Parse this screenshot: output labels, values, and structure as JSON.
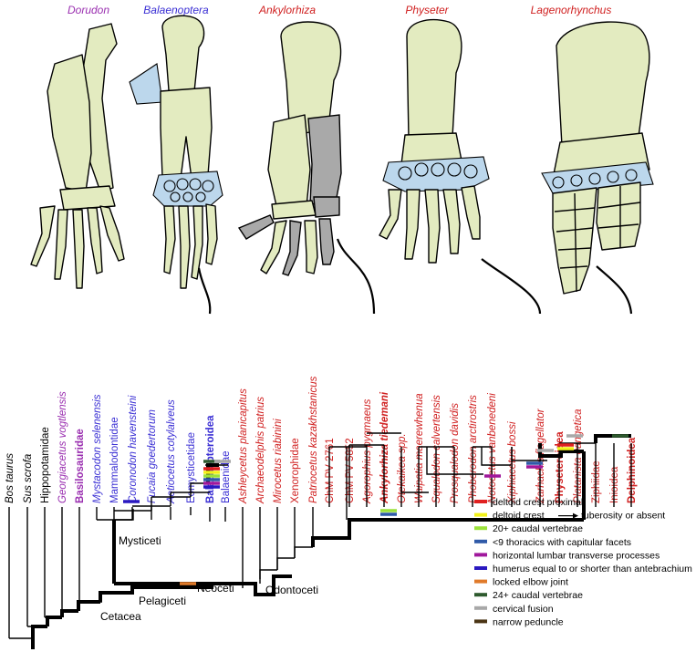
{
  "genera": [
    {
      "name": "Dorudon",
      "color": "#9a2fb0"
    },
    {
      "name": "Balaenoptera",
      "color": "#3a2fd4"
    },
    {
      "name": "Ankylorhiza",
      "color": "#d02020"
    },
    {
      "name": "Physeter",
      "color": "#d02020"
    },
    {
      "name": "Lagenorhynchus",
      "color": "#d02020"
    }
  ],
  "taxa": [
    {
      "name": "Bos taurus",
      "color": "#000000",
      "italic": true,
      "bold": false
    },
    {
      "name": "Sus scrofa",
      "color": "#000000",
      "italic": true,
      "bold": false
    },
    {
      "name": "Hippopotamidae",
      "color": "#000000",
      "italic": false,
      "bold": false
    },
    {
      "name": "Georgiacetus vogtlensis",
      "color": "#9a2fb0",
      "italic": true,
      "bold": false
    },
    {
      "name": "Basilosauridae",
      "color": "#9a2fb0",
      "italic": false,
      "bold": true
    },
    {
      "name": "Mystacodon selenensis",
      "color": "#3a2fd4",
      "italic": true,
      "bold": false
    },
    {
      "name": "Mammalodontidae",
      "color": "#3a2fd4",
      "italic": false,
      "bold": false
    },
    {
      "name": "Coronodon havensteini",
      "color": "#3a2fd4",
      "italic": true,
      "bold": false
    },
    {
      "name": "Fucaia goedertorum",
      "color": "#3a2fd4",
      "italic": true,
      "bold": false
    },
    {
      "name": "Aetiocetus cotylalveus",
      "color": "#3a2fd4",
      "italic": true,
      "bold": false
    },
    {
      "name": "Eomysticetidae",
      "color": "#3a2fd4",
      "italic": false,
      "bold": false
    },
    {
      "name": "Balaenopteroidea",
      "color": "#3a2fd4",
      "italic": false,
      "bold": true
    },
    {
      "name": "Balaenidae",
      "color": "#3a2fd4",
      "italic": false,
      "bold": false
    },
    {
      "name": "Ashleycetus planicapitus",
      "color": "#d02020",
      "italic": true,
      "bold": false
    },
    {
      "name": "Archaeodelphis patrius",
      "color": "#d02020",
      "italic": true,
      "bold": false
    },
    {
      "name": "Mirocetus riabinini",
      "color": "#d02020",
      "italic": true,
      "bold": false
    },
    {
      "name": "Xenorophidae",
      "color": "#d02020",
      "italic": false,
      "bold": false
    },
    {
      "name": "Patriocetus kazakhstanicus",
      "color": "#d02020",
      "italic": true,
      "bold": false
    },
    {
      "name": "ChM PV 2761",
      "color": "#d02020",
      "italic": false,
      "bold": false
    },
    {
      "name": "ChM PV 5852",
      "color": "#d02020",
      "italic": false,
      "bold": false
    },
    {
      "name": "Agorophius pygmaeus",
      "color": "#d02020",
      "italic": true,
      "bold": false
    },
    {
      "name": "Ankylorhiza tiedemani",
      "color": "#d02020",
      "italic": true,
      "bold": true
    },
    {
      "name": "Otekaikea spp.",
      "color": "#d02020",
      "italic": true,
      "bold": false
    },
    {
      "name": "Waipatia maerewhenua",
      "color": "#d02020",
      "italic": true,
      "bold": false
    },
    {
      "name": "Squalodon calvertensis",
      "color": "#d02020",
      "italic": true,
      "bold": false
    },
    {
      "name": "Prosqualodon davidis",
      "color": "#d02020",
      "italic": true,
      "bold": false
    },
    {
      "name": "Phoberodon arctirostris",
      "color": "#d02020",
      "italic": true,
      "bold": false
    },
    {
      "name": "Notocetus vanbenedeni",
      "color": "#d02020",
      "italic": true,
      "bold": false
    },
    {
      "name": "Xiphiacetus bossi",
      "color": "#d02020",
      "italic": true,
      "bold": false
    },
    {
      "name": "Zarhachis flagellator",
      "color": "#d02020",
      "italic": true,
      "bold": false
    },
    {
      "name": "Physeteroidea",
      "color": "#d02020",
      "italic": false,
      "bold": true
    },
    {
      "name": "Platanista gangetica",
      "color": "#d02020",
      "italic": true,
      "bold": false
    },
    {
      "name": "Ziphiidae",
      "color": "#d02020",
      "italic": false,
      "bold": false
    },
    {
      "name": "Inioidea",
      "color": "#d02020",
      "italic": false,
      "bold": false
    },
    {
      "name": "Delphinoidea",
      "color": "#d02020",
      "italic": false,
      "bold": true
    }
  ],
  "clades": [
    "Mysticeti",
    "Odontoceti",
    "Neoceti",
    "Pelagiceti",
    "Cetacea"
  ],
  "legend": [
    {
      "label": "deltoid crest proximal",
      "color": "#e02020"
    },
    {
      "label": "deltoid crest",
      "label_suffix": "tuberosity or absent",
      "color": "#f2f21a",
      "arrow": true
    },
    {
      "label": "20+ caudal vertebrae",
      "color": "#9be23a"
    },
    {
      "label": "<9 thoracics with capitular facets",
      "color": "#2f5aa8"
    },
    {
      "label": "horizontal lumbar transverse processes",
      "color": "#a0189c"
    },
    {
      "label": "humerus equal to or shorter than antebrachium",
      "color": "#2a18c0"
    },
    {
      "label": "locked elbow joint",
      "color": "#e07a2a"
    },
    {
      "label": "24+ caudal vertebrae",
      "color": "#2e5a2e"
    },
    {
      "label": "cervical fusion",
      "color": "#a8a8a8"
    },
    {
      "label": "narrow peduncle",
      "color": "#4a3414"
    }
  ]
}
